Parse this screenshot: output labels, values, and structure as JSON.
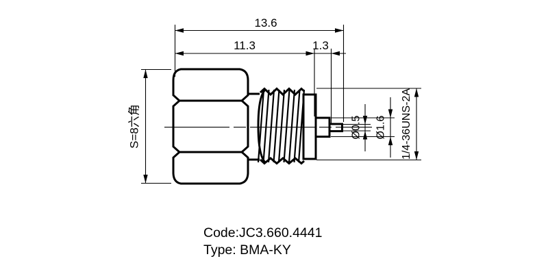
{
  "drawing": {
    "dimensions": {
      "overall_length": "13.6",
      "body_length": "11.3",
      "pin_length": "1.3",
      "hex_across_flats": "S=8六角",
      "tip_diameter": "Ø0.5",
      "pin_diameter": "Ø1.6",
      "thread_spec": "1/4-36UNS-2A"
    },
    "footer": {
      "code_label": "Code:JC3.660.4441",
      "type_label": "Type: BMA-KY"
    },
    "colors": {
      "line": "#000000",
      "background": "#ffffff"
    }
  }
}
